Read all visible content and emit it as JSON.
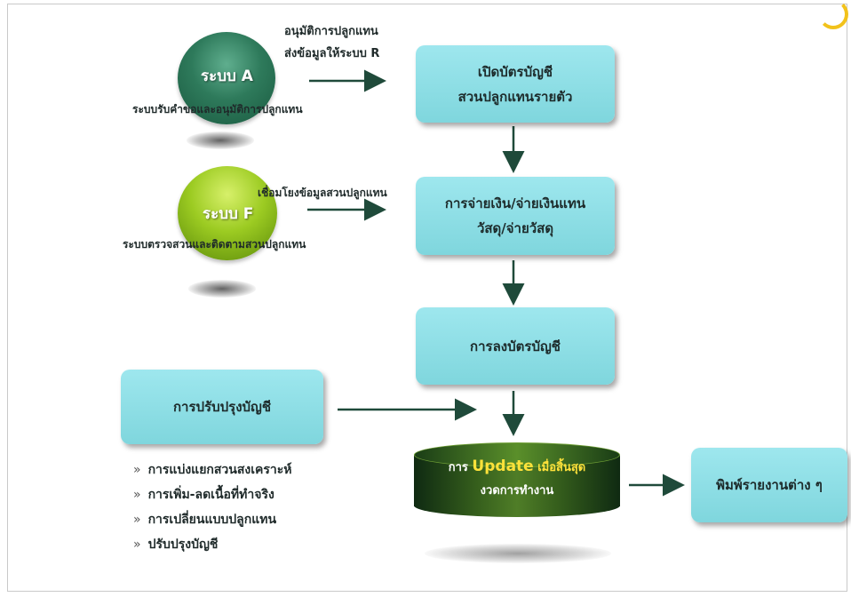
{
  "system_a": {
    "name": "ระบบ A",
    "caption": "ระบบรับคำขอและอนุมัติการปลูกแทน",
    "note_line1": "อนุมัติการปลูกแทน",
    "note_line2": "ส่งข้อมูลให้ระบบ R"
  },
  "system_f": {
    "name": "ระบบ F",
    "caption": "ระบบตรวจสวนและติดตามสวนปลูกแทน",
    "note": "เชื่อมโยงข้อมูลสวนปลูกแทน"
  },
  "flow": {
    "open_account_line1": "เปิดบัตรบัญชี",
    "open_account_line2": "สวนปลูกแทนรายตัว",
    "payment_line1": "การจ่ายเงิน/จ่ายเงินแทน",
    "payment_line2": "วัสดุ/จ่ายวัสดุ",
    "post_account": "การลงบัตรบัญชี",
    "adjust_account": "การปรับปรุงบัญชี",
    "report": "พิมพ์รายงานต่าง ๆ"
  },
  "update": {
    "prefix": "การ",
    "keyword": "Update",
    "suffix": "เมื่อสิ้นสุด",
    "line2": "งวดการทำงาน"
  },
  "adjust_items": [
    "การแบ่งแยกสวนสงเคราะห์",
    "การเพิ่ม-ลดเนื้อที่ทำจริง",
    "การเปลี่ยนแบบปลูกแทน",
    "ปรับปรุงบัญชี"
  ],
  "bullet_mark": "»",
  "colors": {
    "box_fill": "#8fdfe6",
    "sphere_a": "#2e7a5b",
    "sphere_f": "#9ccb22",
    "cylinder": "#355e1c",
    "update_highlight": "#ffe23a",
    "arrow": "#1f4a3a"
  }
}
